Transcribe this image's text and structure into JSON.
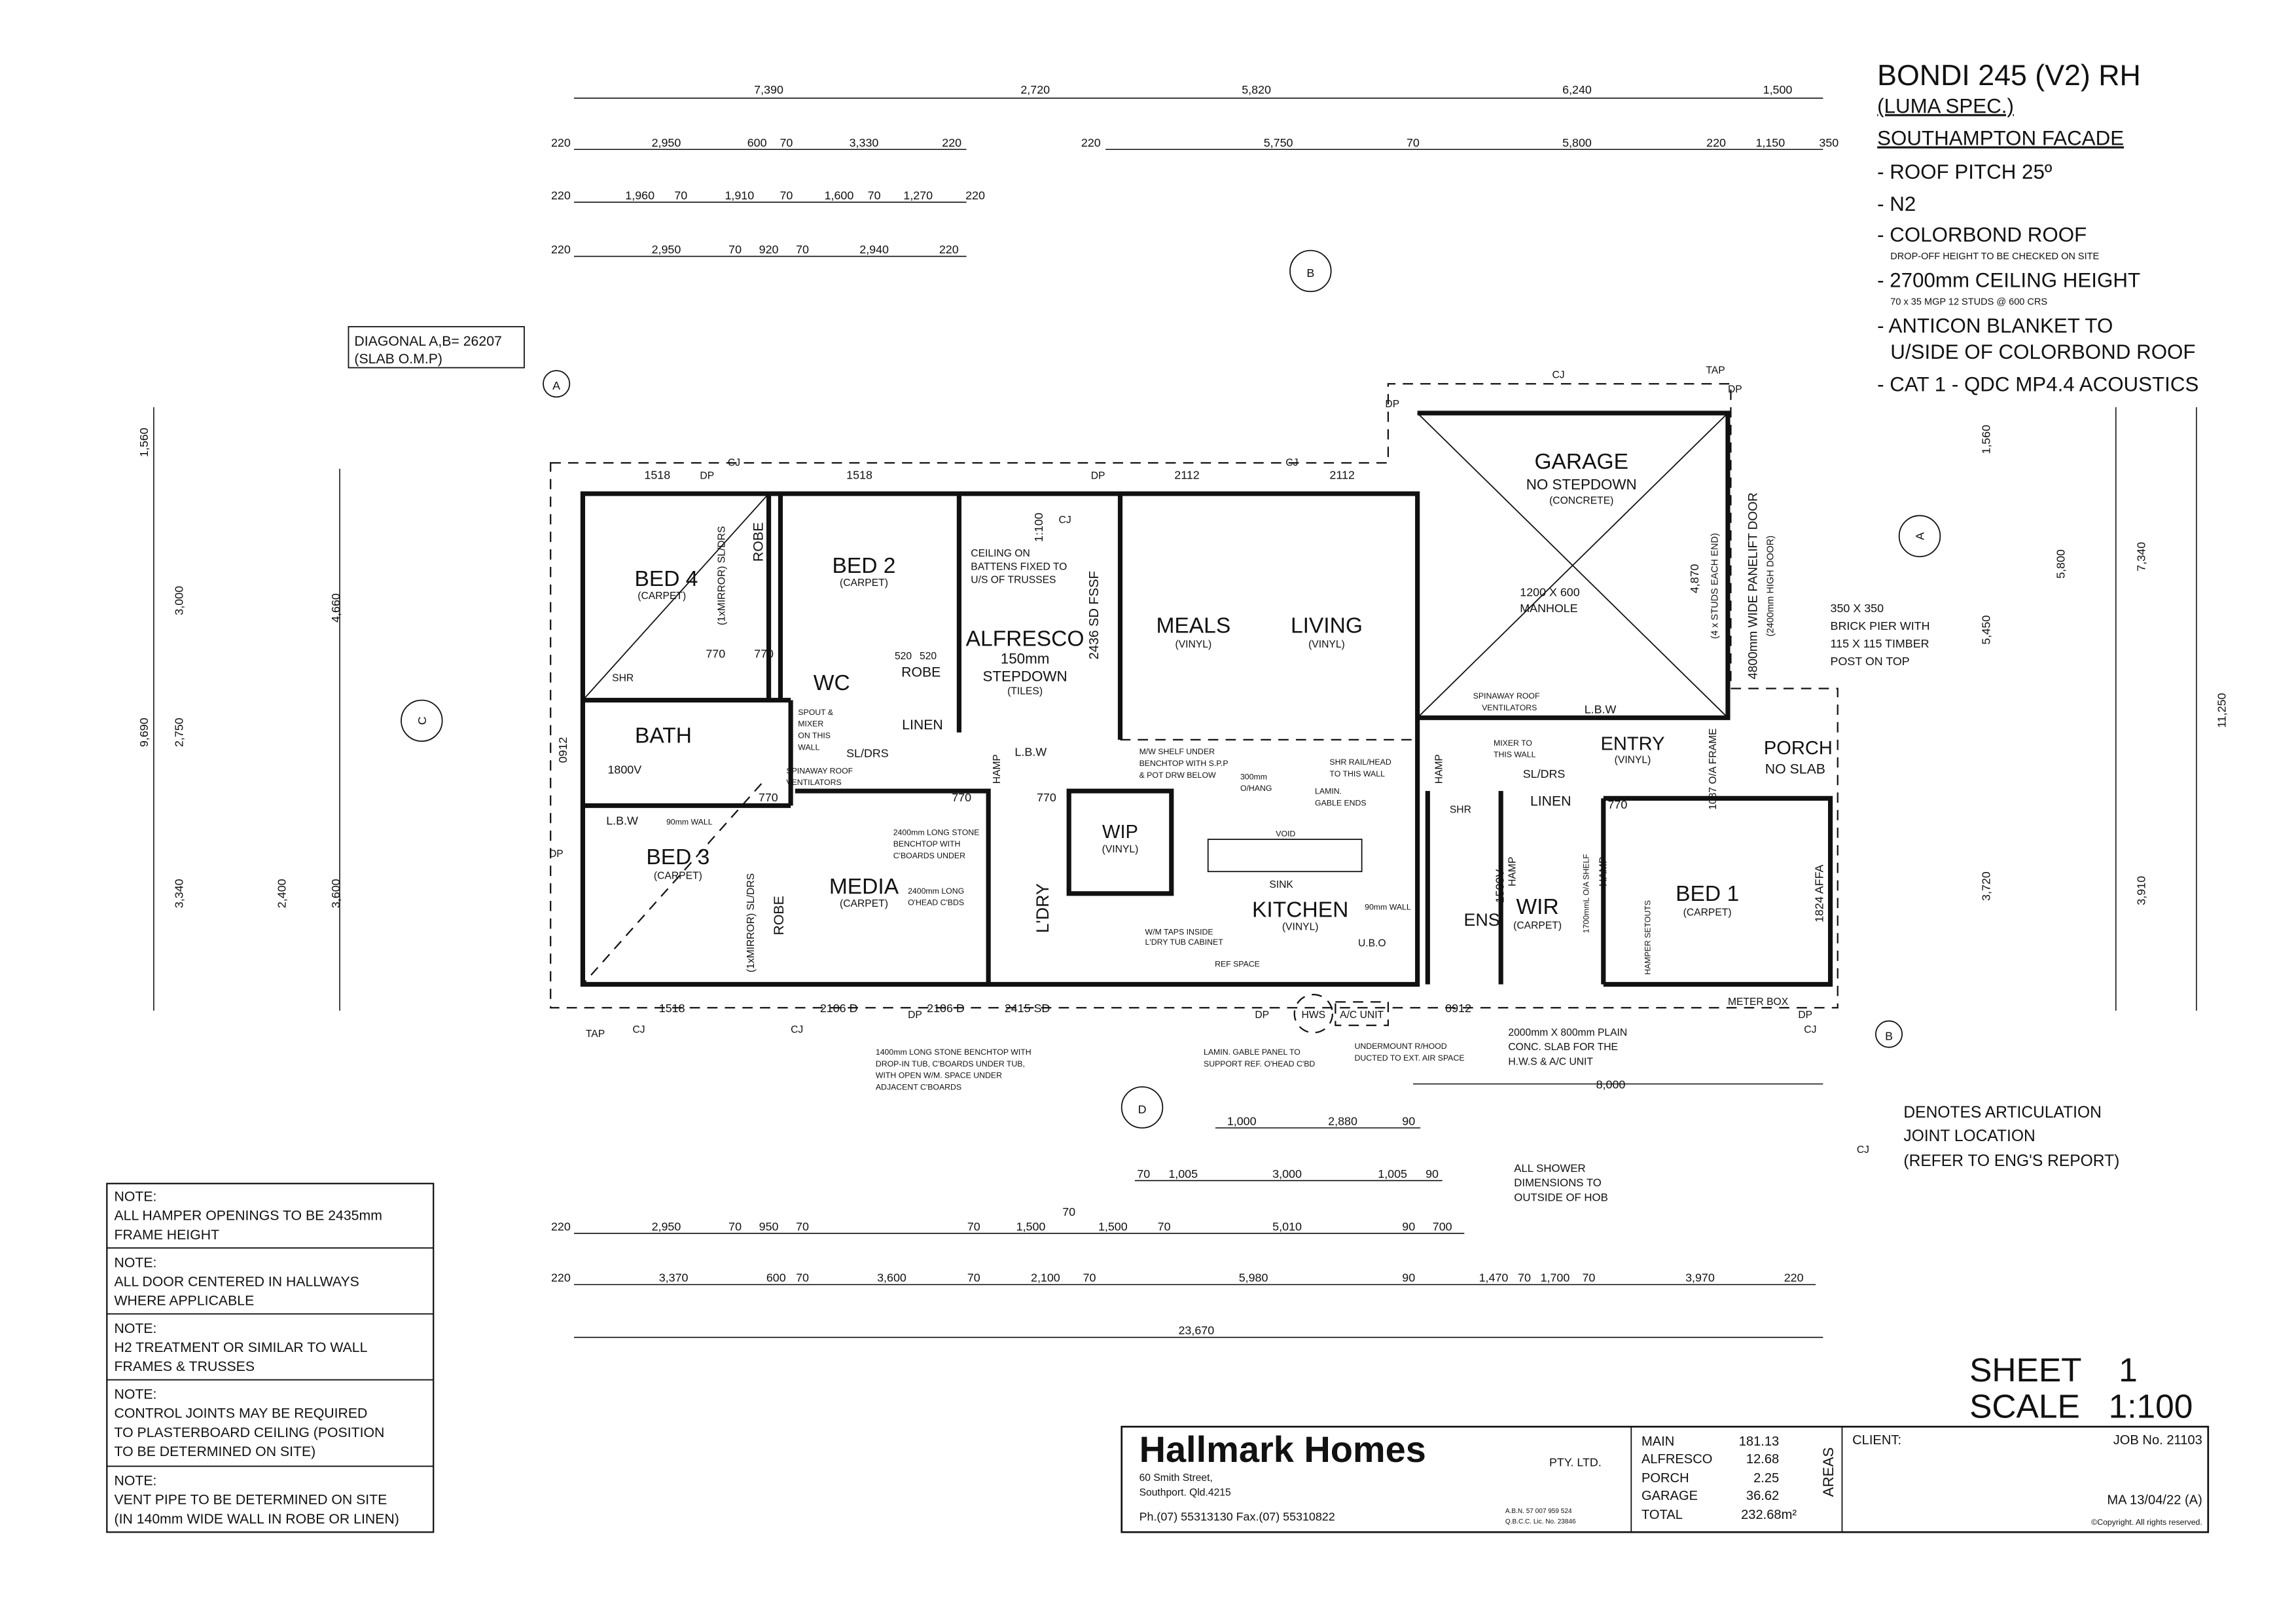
{
  "title": {
    "name": "BONDI 245 (V2) RH",
    "spec": "(LUMA SPEC.)",
    "facade": "SOUTHAMPTON FACADE",
    "items": [
      "- ROOF PITCH 25º",
      "- N2",
      "- COLORBOND ROOF",
      "DROP-OFF HEIGHT TO BE CHECKED ON SITE",
      "- 2700mm CEILING HEIGHT",
      "70 x 35 MGP 12 STUDS @ 600 CRS",
      "- ANTICON BLANKET TO",
      "U/SIDE OF COLORBOND ROOF",
      "- CAT 1 - QDC MP4.4 ACOUSTICS"
    ]
  },
  "diagonal": [
    "DIAGONAL A,B= 26207",
    "(SLAB O.M.P)"
  ],
  "rooms": [
    {
      "name": "BED 4",
      "floor": "(CARPET)"
    },
    {
      "name": "BED 2",
      "floor": "(CARPET)"
    },
    {
      "name": "ALFRESCO",
      "floor": "(TILES)",
      "extra": [
        "150mm",
        "STEPDOWN"
      ]
    },
    {
      "name": "MEALS",
      "floor": "(VINYL)"
    },
    {
      "name": "LIVING",
      "floor": "(VINYL)"
    },
    {
      "name": "GARAGE",
      "floor": "(CONCRETE)",
      "extra": [
        "NO STEPDOWN"
      ]
    },
    {
      "name": "BATH"
    },
    {
      "name": "WC"
    },
    {
      "name": "LINEN"
    },
    {
      "name": "BED 3",
      "floor": "(CARPET)"
    },
    {
      "name": "MEDIA",
      "floor": "(CARPET)"
    },
    {
      "name": "L'DRY"
    },
    {
      "name": "WIP",
      "floor": "(VINYL)"
    },
    {
      "name": "KITCHEN",
      "floor": "(VINYL)"
    },
    {
      "name": "ENS"
    },
    {
      "name": "WIR",
      "floor": "(CARPET)"
    },
    {
      "name": "BED 1",
      "floor": "(CARPET)"
    },
    {
      "name": "ENTRY",
      "floor": "(VINYL)"
    },
    {
      "name": "PORCH",
      "extra": [
        "NO SLAB"
      ]
    },
    {
      "name": "LINEN"
    },
    {
      "name": "ROBE"
    },
    {
      "name": "ROBE"
    },
    {
      "name": "ROBE"
    }
  ],
  "annotations": {
    "ceiling": [
      "CEILING ON",
      "BATTENS FIXED TO",
      "U/S OF TRUSSES"
    ],
    "alfresco_door": "2436 SD FSSF",
    "scale_arrow": "1:100",
    "manhole": [
      "1200 X 600",
      "MANHOLE"
    ],
    "garage_door": [
      "4800mm WIDE PANELIFT DOOR",
      "(2400mm HIGH DOOR)"
    ],
    "studs": "(4 x STUDS EACH END)",
    "pier": [
      "350 X 350",
      "BRICK PIER WITH",
      "115 X 115 TIMBER",
      "POST ON TOP"
    ],
    "spinaway": [
      "SPINAWAY ROOF",
      "VENTILATORS"
    ],
    "spout": [
      "SPOUT &",
      "MIXER",
      "ON THIS",
      "WALL"
    ],
    "mirror": "(1xMIRROR) SL/DRS",
    "sldrs": "SL/DRS",
    "lbw": "L.B.W",
    "wall90": "90mm WALL",
    "shr": "SHR",
    "v1800": "1800V",
    "v1500": "1500V",
    "hamp": "HAMP",
    "stone1": [
      "2400mm LONG STONE",
      "BENCHTOP WITH",
      "C'BOARDS UNDER"
    ],
    "stone2": [
      "2400mm LONG",
      "O'HEAD C'BDS"
    ],
    "mw": [
      "M/W SHELF UNDER",
      "BENCHTOP WITH S.P.P",
      "& POT DRW BELOW"
    ],
    "ohang": [
      "300mm",
      "O/HANG"
    ],
    "gable": [
      "LAMIN.",
      "GABLE ENDS"
    ],
    "shrrail": [
      "SHR RAIL/HEAD",
      "TO THIS WALL"
    ],
    "mixer": [
      "MIXER TO",
      "THIS WALL"
    ],
    "sink": "SINK",
    "void": "VOID",
    "ubo": "U.B.O",
    "ref": "REF SPACE",
    "wmtaps": [
      "W/M TAPS INSIDE",
      "L'DRY TUB CABINET"
    ],
    "hws": "HWS",
    "ac": "A/C UNIT",
    "meter": "METER BOX",
    "frame": "1087 O/A FRAME",
    "affa": "1824 AFFA",
    "shelf": "1700mmL O/A SHELF",
    "hamper_setouts": "HAMPER SETOUTS",
    "tap": "TAP",
    "cj": "CJ",
    "dp": "DP",
    "benchtop1400": [
      "1400mm LONG STONE BENCHTOP WITH",
      "DROP-IN TUB, C'BOARDS UNDER TUB,",
      "WITH OPEN W/M. SPACE UNDER",
      "ADJACENT C'BOARDS"
    ],
    "gable_panel": [
      "LAMIN. GABLE PANEL TO",
      "SUPPORT REF. O'HEAD C'BD"
    ],
    "rhood": [
      "UNDERMOUNT R/HOOD",
      "DUCTED TO EXT. AIR SPACE"
    ],
    "slab": [
      "2000mm X 800mm PLAIN",
      "CONC. SLAB FOR THE",
      "H.W.S & A/C UNIT"
    ],
    "shower_dims": [
      "ALL SHOWER",
      "DIMENSIONS TO",
      "OUTSIDE OF HOB"
    ],
    "articulation": [
      "DENOTES ARTICULATION",
      "JOINT LOCATION",
      "(REFER TO ENG'S REPORT)"
    ],
    "windows": [
      "1518",
      "1518",
      "2112",
      "2112",
      "1518",
      "2106 D",
      "2106 D",
      "2415 SD",
      "0912",
      "0912"
    ],
    "doors": [
      "770",
      "770",
      "770",
      "770",
      "770",
      "770",
      "520",
      "520"
    ]
  },
  "section_markers": [
    "A",
    "B",
    "C",
    "D",
    "A",
    "B"
  ],
  "dims_top": [
    [
      "7,390",
      "2,720",
      "5,820",
      "6,240",
      "1,500"
    ],
    [
      "220",
      "2,950",
      "600",
      "70",
      "3,330",
      "220",
      "220",
      "5,750",
      "70",
      "5,800",
      "220",
      "1,150",
      "350"
    ],
    [
      "220",
      "1,960",
      "70",
      "1,910",
      "70",
      "1,600",
      "70",
      "1,270",
      "220"
    ],
    [
      "220",
      "2,950",
      "70",
      "920",
      "70",
      "2,940",
      "220"
    ]
  ],
  "dims_bottom": [
    [
      "1,000",
      "2,880",
      "90"
    ],
    [
      "70",
      "1,005",
      "3,000",
      "1,005",
      "90"
    ],
    [
      "220",
      "2,950",
      "70",
      "950",
      "70",
      "70",
      "1,500",
      "70",
      "1,500",
      "70",
      "5,010",
      "90",
      "700"
    ],
    [
      "220",
      "3,370",
      "600",
      "70",
      "3,600",
      "70",
      "2,100",
      "70",
      "5,980",
      "90",
      "1,470",
      "70",
      "1,700",
      "70",
      "3,970",
      "220"
    ],
    [
      "23,670"
    ],
    [
      "8,000"
    ]
  ],
  "dims_left": [
    "1,560",
    "9,690",
    "3,000",
    "2,750",
    "3,340",
    "4,660",
    "3,600",
    "2,400"
  ],
  "dims_right": [
    "11,250",
    "7,340",
    "3,910",
    "5,800",
    "1,560",
    "5,450",
    "3,720",
    "4,870"
  ],
  "notes": [
    {
      "head": "NOTE:",
      "lines": [
        "ALL HAMPER OPENINGS TO BE 2435mm",
        "FRAME HEIGHT"
      ]
    },
    {
      "head": "NOTE:",
      "lines": [
        "ALL DOOR CENTERED IN HALLWAYS",
        "WHERE APPLICABLE"
      ]
    },
    {
      "head": "NOTE:",
      "lines": [
        "H2 TREATMENT OR SIMILAR TO WALL",
        "FRAMES & TRUSSES"
      ]
    },
    {
      "head": "NOTE:",
      "lines": [
        "CONTROL JOINTS MAY BE REQUIRED",
        "TO PLASTERBOARD CEILING (POSITION",
        "TO BE DETERMINED ON SITE)"
      ]
    },
    {
      "head": "NOTE:",
      "lines": [
        "VENT PIPE TO BE DETERMINED ON SITE",
        "(IN 140mm WIDE WALL IN ROBE OR LINEN)"
      ]
    }
  ],
  "sheet": {
    "sheet_label": "SHEET",
    "sheet_no": "1",
    "scale_label": "SCALE",
    "scale": "1:100"
  },
  "title_block": {
    "company": "Hallmark Homes",
    "suffix": "PTY. LTD.",
    "address1": "60 Smith Street,",
    "address2": "Southport. Qld.4215",
    "phone": "Ph.(07) 55313130   Fax.(07) 55310822",
    "abn": "A.B.N. 57 007 959 524",
    "qbcc": "Q.B.C.C. Lic. No. 23846",
    "areas_label": "AREAS",
    "areas": [
      {
        "name": "MAIN",
        "value": "181.13"
      },
      {
        "name": "ALFRESCO",
        "value": "12.68"
      },
      {
        "name": "PORCH",
        "value": "2.25"
      },
      {
        "name": "GARAGE",
        "value": "36.62"
      },
      {
        "name": "TOTAL",
        "value": "232.68m²"
      }
    ],
    "client_label": "CLIENT:",
    "job": "JOB No. 21103",
    "revision": "MA 13/04/22 (A)",
    "copyright": "©Copyright. All rights reserved."
  }
}
